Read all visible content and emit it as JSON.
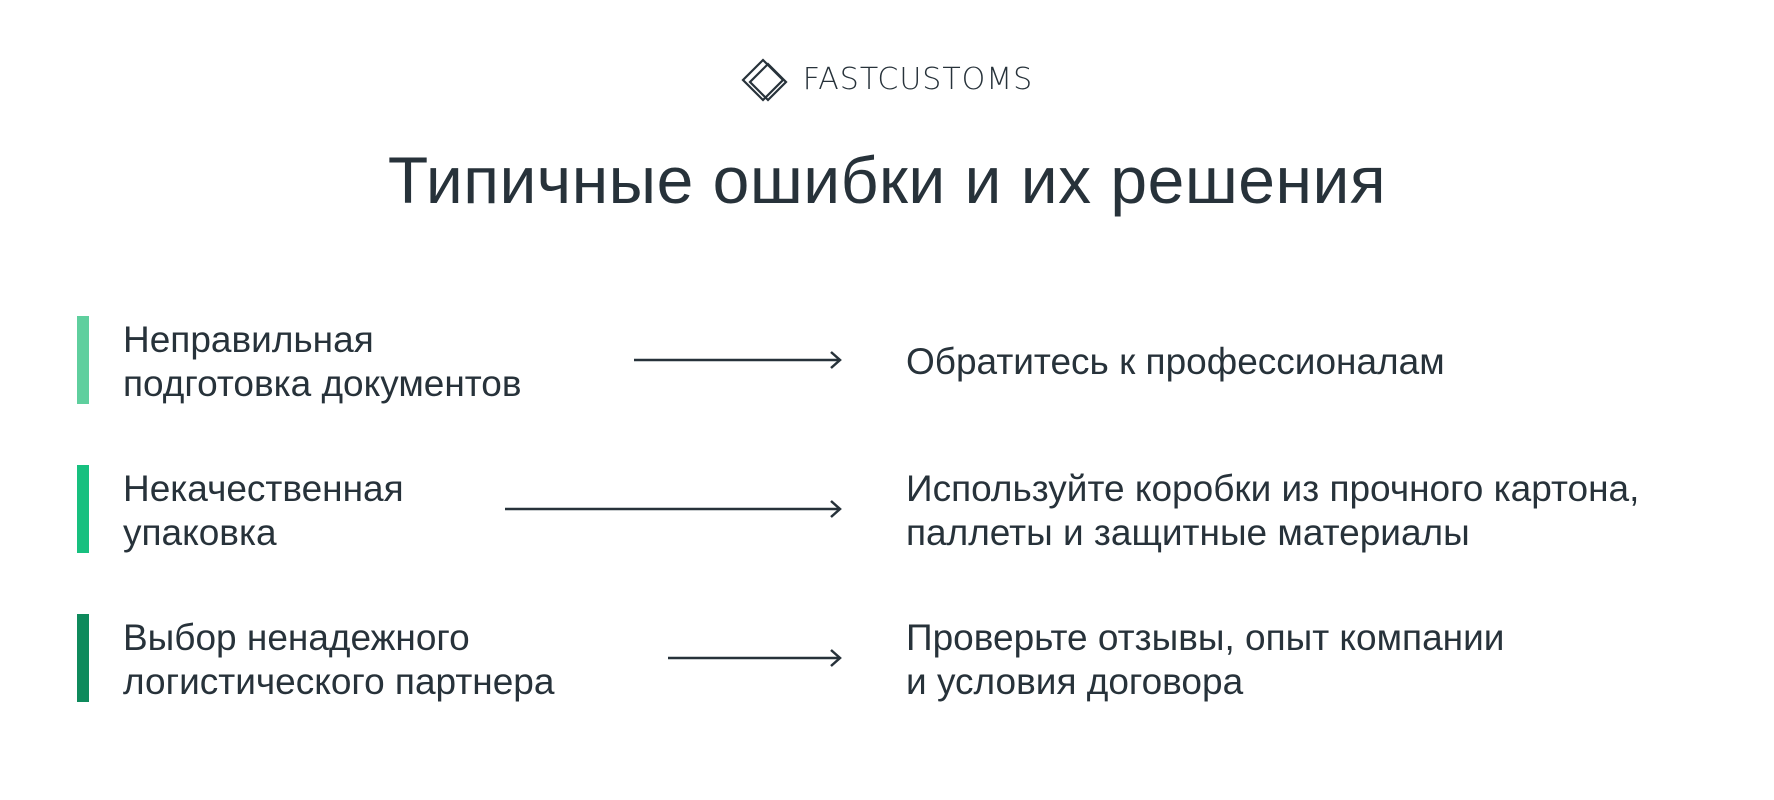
{
  "brand": {
    "name": "FASTCUSTOMS",
    "logo_icon": "diamond-logo-icon"
  },
  "title": "Типичные ошибки и их решения",
  "rows": [
    {
      "problem": "Неправильная\nподготовка документов",
      "solution": "Обратитесь к профессионалам",
      "bar_color": "#5fcf9e"
    },
    {
      "problem": "Некачественная\nупаковка",
      "solution": "Используйте коробки из прочного картона,\nпаллеты и защитные материалы",
      "bar_color": "#17c07f"
    },
    {
      "problem": "Выбор ненадежного\nлогистического партнера",
      "solution": "Проверьте отзывы, опыт компании\nи условия договора",
      "bar_color": "#0e8a5c"
    }
  ],
  "colors": {
    "text": "#27323a",
    "background": "#ffffff"
  }
}
